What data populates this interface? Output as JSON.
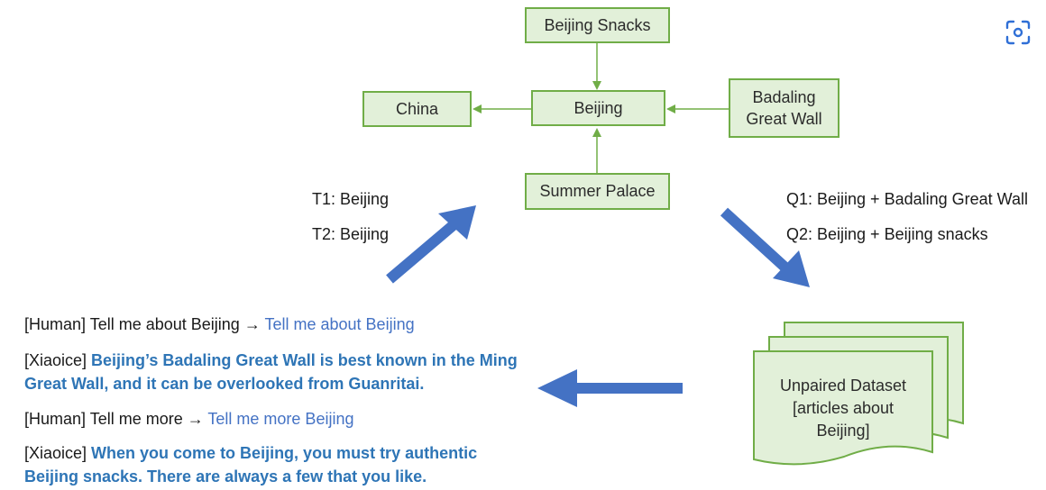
{
  "graph": {
    "nodes": {
      "beijing_snacks": "Beijing Snacks",
      "beijing": "Beijing",
      "china": "China",
      "badaling": "Badaling\nGreat Wall",
      "summer_palace": "Summer Palace"
    }
  },
  "topics": {
    "t1": "T1: Beijing",
    "t2": "T2: Beijing"
  },
  "queries": {
    "q1": "Q1: Beijing + Badaling Great Wall",
    "q2": "Q2: Beijing + Beijing snacks"
  },
  "dataset": {
    "label": "Unpaired Dataset\n[articles about\nBeijing]"
  },
  "dialogue": [
    {
      "speaker": "[Human]",
      "text": " Tell me about Beijing ",
      "arrow": "→",
      "rewrite": " Tell me about Beijing"
    },
    {
      "speaker": "[Xiaoice]",
      "reply": " Beijing’s Badaling Great Wall is best known in the Ming Great Wall, and it can be overlooked from Guanritai."
    },
    {
      "speaker": "[Human]",
      "text": " Tell me more ",
      "arrow": "→",
      "rewrite": " Tell me more Beijing"
    },
    {
      "speaker": "[Xiaoice]",
      "reply": " When you come to Beijing, you must try authentic Beijing snacks. There are always a few that you like."
    }
  ],
  "colors": {
    "node_fill": "#e2f0d9",
    "node_border": "#70ad47",
    "big_arrow": "#4472c4",
    "rewrite_text": "#4472c4",
    "reply_text": "#2e75b6"
  },
  "icons": {
    "scan": "scan-icon"
  }
}
